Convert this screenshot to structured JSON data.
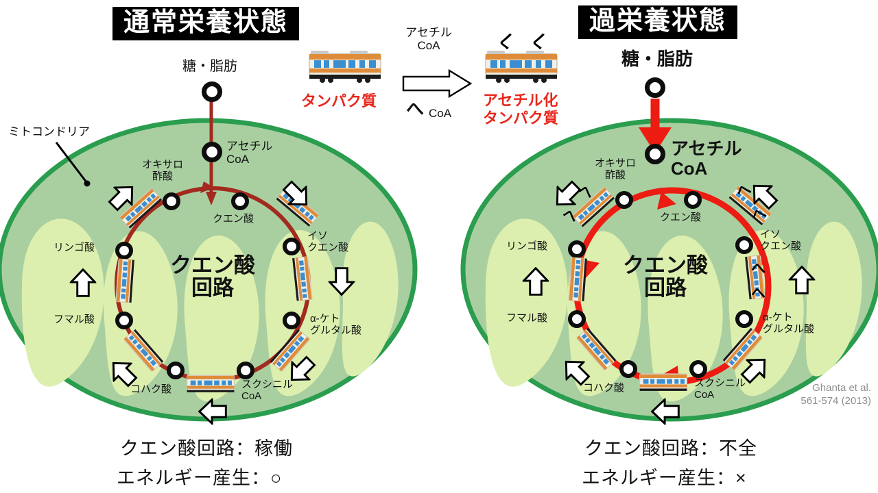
{
  "panels": {
    "left": {
      "title": "通常栄養状態",
      "source_label": "糖・脂肪",
      "acetyl_coa_label": "アセチル\nCoA",
      "acetyl_coa_line1": "アセチル",
      "acetyl_coa_line2": "CoA",
      "mitochondria_label": "ミトコンドリア",
      "cycle_core_line1": "クエン酸",
      "cycle_core_line2": "回路",
      "metabolites": [
        {
          "name": "オキサロ酢酸",
          "line1": "オキサロ",
          "line2": "酢酸"
        },
        {
          "name": "クエン酸",
          "line1": "クエン酸",
          "line2": ""
        },
        {
          "name": "イソクエン酸",
          "line1": "イソ",
          "line2": "クエン酸"
        },
        {
          "name": "α-ケトグルタル酸",
          "line1": "α-ケト",
          "line2": "グルタル酸"
        },
        {
          "name": "スクシニルCoA",
          "line1": "スクシニル",
          "line2": "CoA"
        },
        {
          "name": "コハク酸",
          "line1": "コハク酸",
          "line2": ""
        },
        {
          "name": "フマル酸",
          "line1": "フマル酸",
          "line2": ""
        },
        {
          "name": "リンゴ酸",
          "line1": "リンゴ酸",
          "line2": ""
        }
      ],
      "status_cycle": "クエン酸回路：稼働",
      "status_energy": "エネルギー産生：○"
    },
    "right": {
      "title": "過栄養状態",
      "source_label": "糖・脂肪",
      "acetyl_coa_line1": "アセチル",
      "acetyl_coa_line2": "CoA",
      "cycle_core_line1": "クエン酸",
      "cycle_core_line2": "回路",
      "metabolites": [
        {
          "name": "オキサロ酢酸",
          "line1": "オキサロ",
          "line2": "酢酸"
        },
        {
          "name": "クエン酸",
          "line1": "クエン酸",
          "line2": ""
        },
        {
          "name": "イソクエン酸",
          "line1": "イソ",
          "line2": "クエン酸"
        },
        {
          "name": "α-ケトグルタル酸",
          "line1": "α-ケト",
          "line2": "グルタル酸"
        },
        {
          "name": "スクシニルCoA",
          "line1": "スクシニル",
          "line2": "CoA"
        },
        {
          "name": "コハク酸",
          "line1": "コハク酸",
          "line2": ""
        },
        {
          "name": "フマル酸",
          "line1": "フマル酸",
          "line2": ""
        },
        {
          "name": "リンゴ酸",
          "line1": "リンゴ酸",
          "line2": ""
        }
      ],
      "status_cycle": "クエン酸回路：不全",
      "status_energy": "エネルギー産生：×"
    }
  },
  "center": {
    "protein_label": "タンパク質",
    "acetylated_protein_line1": "アセチル化",
    "acetylated_protein_line2": "タンパク質",
    "reaction_top_line1": "アセチル",
    "reaction_top_line2": "CoA",
    "reaction_bottom": "CoA",
    "acetyl_mark": "へ"
  },
  "citation": {
    "line1": "Ghanta et al.",
    "line2": "561-574 (2013)"
  },
  "colors": {
    "title_bg": "#000000",
    "title_fg": "#ffffff",
    "mito_border": "#2a9d4e",
    "mito_fill": "#a9cfa1",
    "cristae": "#dcefae",
    "path_normal": "#a32a1e",
    "path_excess": "#ec1c12",
    "protein_red": "#e8271c",
    "node_ring": "#0d0d0d",
    "citation_gray": "#8e8e8e"
  }
}
